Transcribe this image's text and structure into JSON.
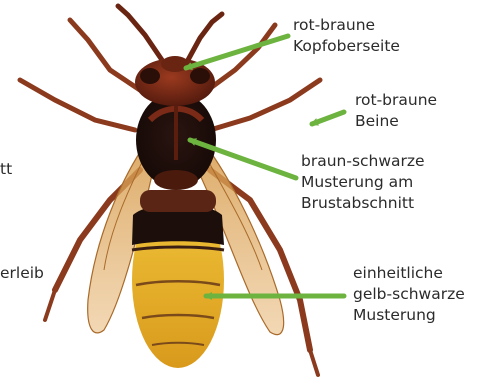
{
  "labels": {
    "head": {
      "line1": "rot-braune",
      "line2": "Kopfoberseite"
    },
    "legs": {
      "line1": "rot-braune",
      "line2": "Beine"
    },
    "thorax": {
      "line1": "braun-schwarze",
      "line2": "Musterung am",
      "line3": "Brustabschnitt"
    },
    "abdomen": {
      "line1": "einheitliche",
      "line2": "gelb-schwarze",
      "line3": "Musterung"
    }
  },
  "left_fragments": {
    "upper": "tt",
    "lower": "erleib"
  },
  "colors": {
    "arrow": "#6db33f",
    "body_brown": "#7a2a16",
    "body_black": "#1c0f0b",
    "abdomen_yellow": "#e6b52c",
    "wing": "#c9863a",
    "text": "#2b2b2b"
  }
}
